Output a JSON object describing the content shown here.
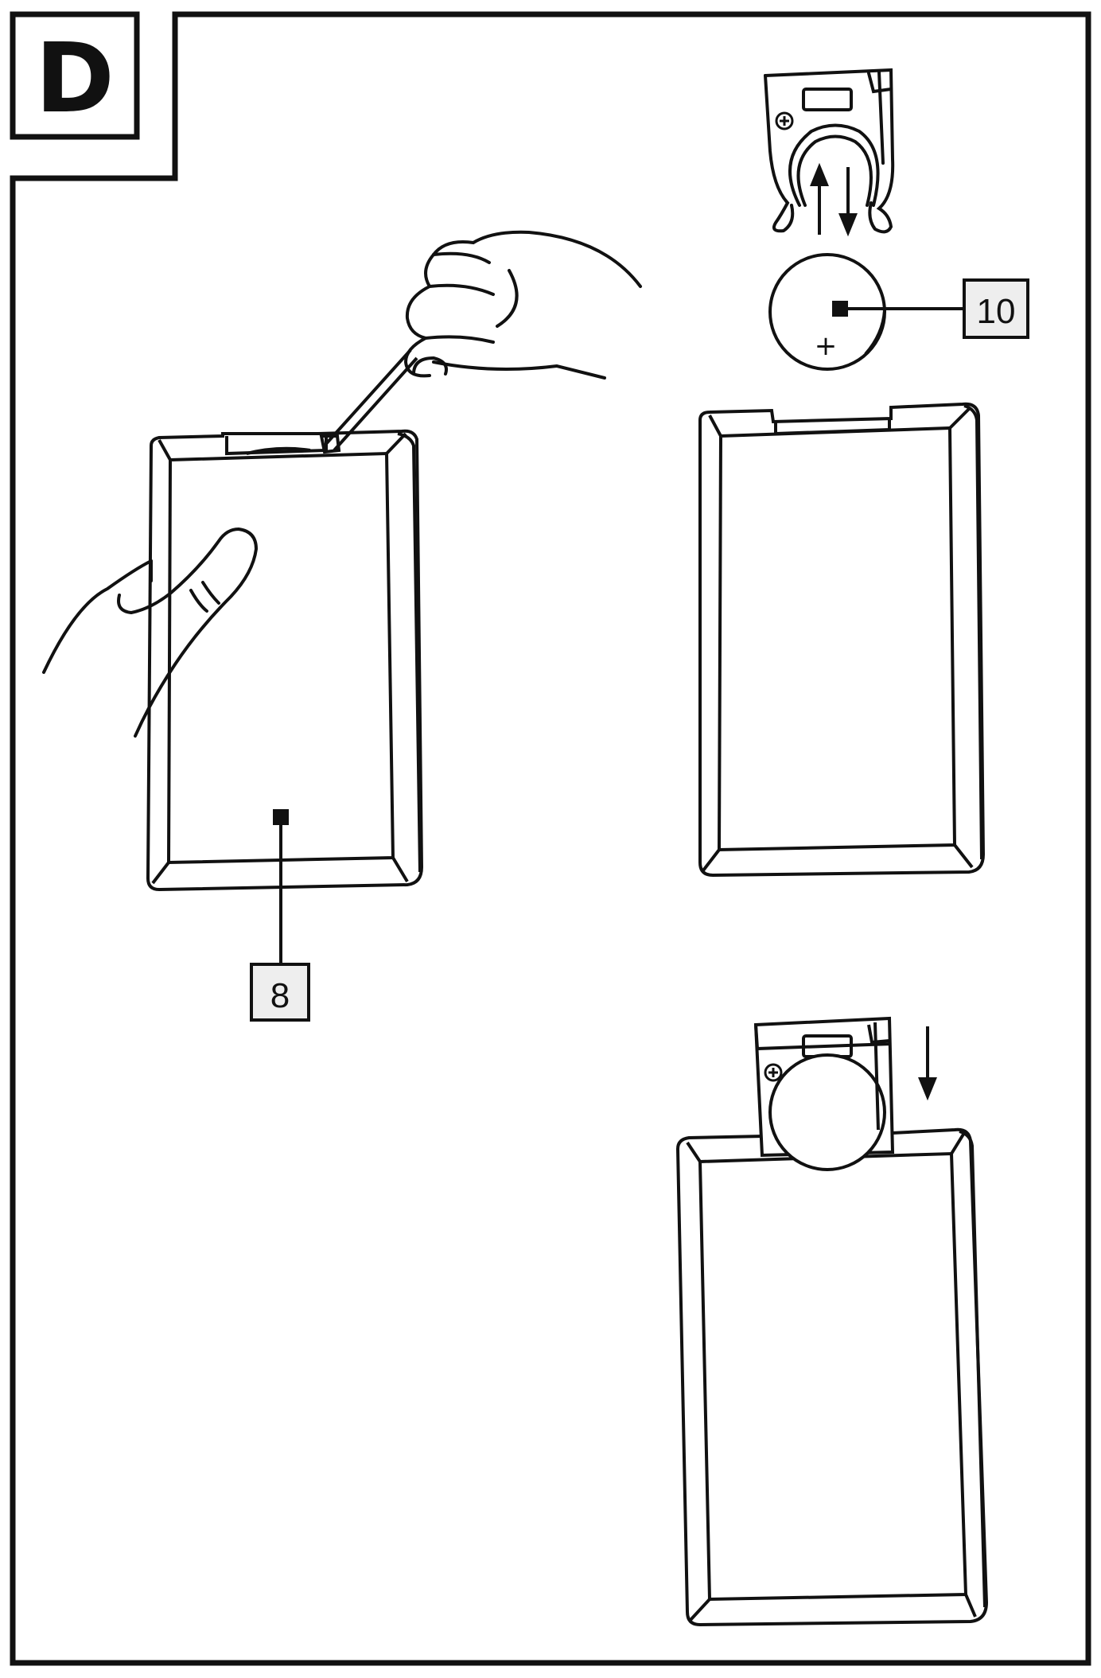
{
  "section": {
    "letter": "D"
  },
  "callouts": [
    {
      "number": "8",
      "target": "remote-control-body"
    },
    {
      "number": "10",
      "target": "coin-cell-battery"
    }
  ],
  "battery": {
    "polarity_mark": "+"
  },
  "colors": {
    "line": "#111111",
    "callout_fill": "#eeeeee",
    "background": "#ffffff"
  },
  "icons": [
    "hand-icon",
    "screwdriver-icon",
    "battery-holder-icon",
    "coin-cell-battery-icon",
    "arrow-up-icon",
    "arrow-down-icon",
    "screw-icon"
  ]
}
